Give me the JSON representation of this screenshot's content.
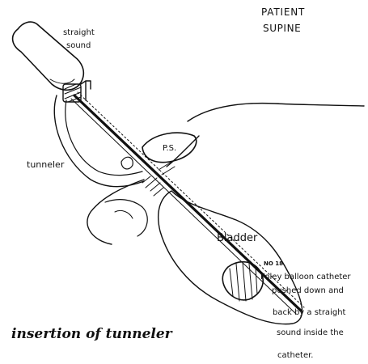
{
  "position": {
    "line1": "PATIENT",
    "line2": "SUPINE"
  },
  "labels": {
    "sound_line1": "straight",
    "sound_line2": "sound",
    "tunneler": "tunneler",
    "ps": "P.S.",
    "bladder": "Bladder"
  },
  "caption": "insertion of tunneler",
  "note": {
    "size": "NO 18",
    "line1": "Foley balloon catheter",
    "line2": "pushed down and",
    "line3": "back by a straight",
    "line4": "sound inside the",
    "line5": "catheter."
  }
}
